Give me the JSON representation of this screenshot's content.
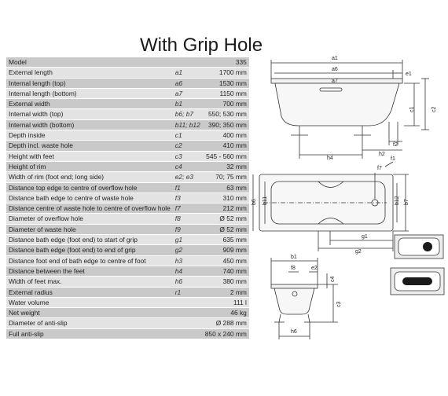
{
  "title": "With Grip Hole",
  "specs": [
    {
      "label": "Model",
      "symbol": "",
      "value": "335"
    },
    {
      "label": "External length",
      "symbol": "a1",
      "value": "1700 mm"
    },
    {
      "label": "Internal length (top)",
      "symbol": "a6",
      "value": "1530 mm"
    },
    {
      "label": "Internal length (bottom)",
      "symbol": "a7",
      "value": "1150 mm"
    },
    {
      "label": "External width",
      "symbol": "b1",
      "value": "700 mm"
    },
    {
      "label": "Internal width (top)",
      "symbol": "b6; b7",
      "value": "550; 530 mm"
    },
    {
      "label": "Internal width (bottom)",
      "symbol": "b11; b12",
      "value": "390; 350 mm"
    },
    {
      "label": "Depth inside",
      "symbol": "c1",
      "value": "400 mm"
    },
    {
      "label": "Depth incl. waste hole",
      "symbol": "c2",
      "value": "410 mm"
    },
    {
      "label": "Height with feet",
      "symbol": "c3",
      "value": "545 - 560 mm"
    },
    {
      "label": "Height of rim",
      "symbol": "c4",
      "value": "32 mm"
    },
    {
      "label": "Width of rim (foot end; long side)",
      "symbol": "e2; e3",
      "value": "70; 75 mm"
    },
    {
      "label": "Distance top edge to centre of overflow hole",
      "symbol": "f1",
      "value": "63 mm"
    },
    {
      "label": "Distance bath edge to centre of waste hole",
      "symbol": "f3",
      "value": "310 mm"
    },
    {
      "label": "Distance centre of waste hole to centre of overflow hole",
      "symbol": "f7",
      "value": "212 mm"
    },
    {
      "label": "Diameter of overflow hole",
      "symbol": "f8",
      "value": "Ø 52 mm"
    },
    {
      "label": "Diameter of waste hole",
      "symbol": "f9",
      "value": "Ø 52 mm"
    },
    {
      "label": "Distance bath edge (foot end) to start of grip",
      "symbol": "g1",
      "value": "635 mm"
    },
    {
      "label": "Distance bath edge (foot end) to end of grip",
      "symbol": "g2",
      "value": "909 mm"
    },
    {
      "label": "Distance foot end of bath edge to centre of foot",
      "symbol": "h3",
      "value": "450 mm"
    },
    {
      "label": "Distance between the feet",
      "symbol": "h4",
      "value": "740 mm"
    },
    {
      "label": "Width of feet max.",
      "symbol": "h6",
      "value": "380 mm"
    },
    {
      "label": "External radius",
      "symbol": "r1",
      "value": "2 mm"
    },
    {
      "label": "Water volume",
      "symbol": "",
      "value": "111 l"
    },
    {
      "label": "Net weight",
      "symbol": "",
      "value": "46 kg"
    },
    {
      "label": "Diameter of anti-slip",
      "symbol": "",
      "value": "Ø 288 mm"
    },
    {
      "label": "Full anti-slip",
      "symbol": "",
      "value": "850 x 240 mm"
    }
  ],
  "diagram_labels": {
    "a1": "a1",
    "a6": "a6",
    "a7": "a7",
    "e1": "e1",
    "c1": "c1",
    "c2": "c2",
    "f2": "f2",
    "h2": "h2",
    "h4": "h4",
    "f1": "f1",
    "f7": "f7",
    "b6": "b6",
    "b11": "b11",
    "b12": "b12",
    "b7": "b7",
    "g1": "g1",
    "g2": "g2",
    "b1": "b1",
    "e2": "e2",
    "f8": "f8",
    "c4": "c4",
    "c3": "c3",
    "h6": "h6"
  }
}
